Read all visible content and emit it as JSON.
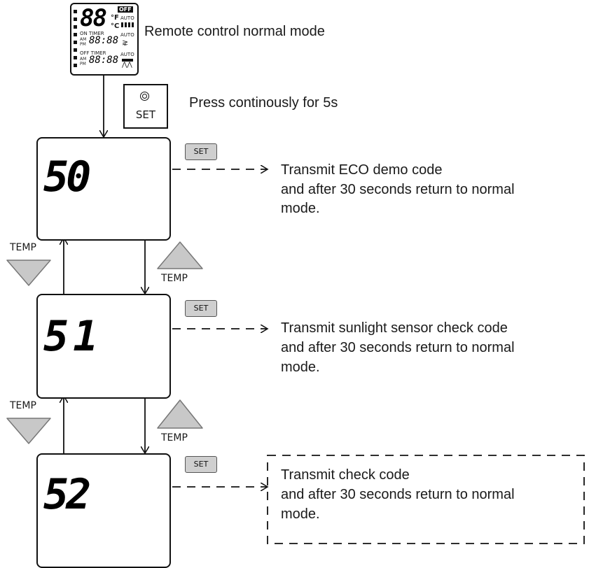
{
  "remote": {
    "digits": "88",
    "degree_f": "°F",
    "degree_c": "°C",
    "off": "OFF",
    "auto1": "AUTO",
    "auto2": "AUTO",
    "auto3": "AUTO",
    "on_timer": "ON  TIMER",
    "off_timer": "OFF TIMER",
    "am": "AM",
    "pm": "PM",
    "time1": "88:88",
    "time2": "88:88",
    "caption": "Remote control normal mode"
  },
  "set_key": {
    "label": "SET",
    "caption": "Press continously for 5s"
  },
  "screens": [
    {
      "code": "50",
      "set_label": "SET",
      "desc_line1": "Transmit ECO demo code",
      "desc_line2": "and after 30 seconds return to normal",
      "desc_line3": "mode."
    },
    {
      "code": "51",
      "set_label": "SET",
      "desc_line1": "Transmit sunlight sensor check code",
      "desc_line2": "and after 30 seconds return to normal",
      "desc_line3": "mode."
    },
    {
      "code": "52",
      "set_label": "SET",
      "desc_line1": "Transmit check code",
      "desc_line2": "and after 30 seconds return to normal",
      "desc_line3": "mode."
    }
  ],
  "temp_label": "TEMP"
}
